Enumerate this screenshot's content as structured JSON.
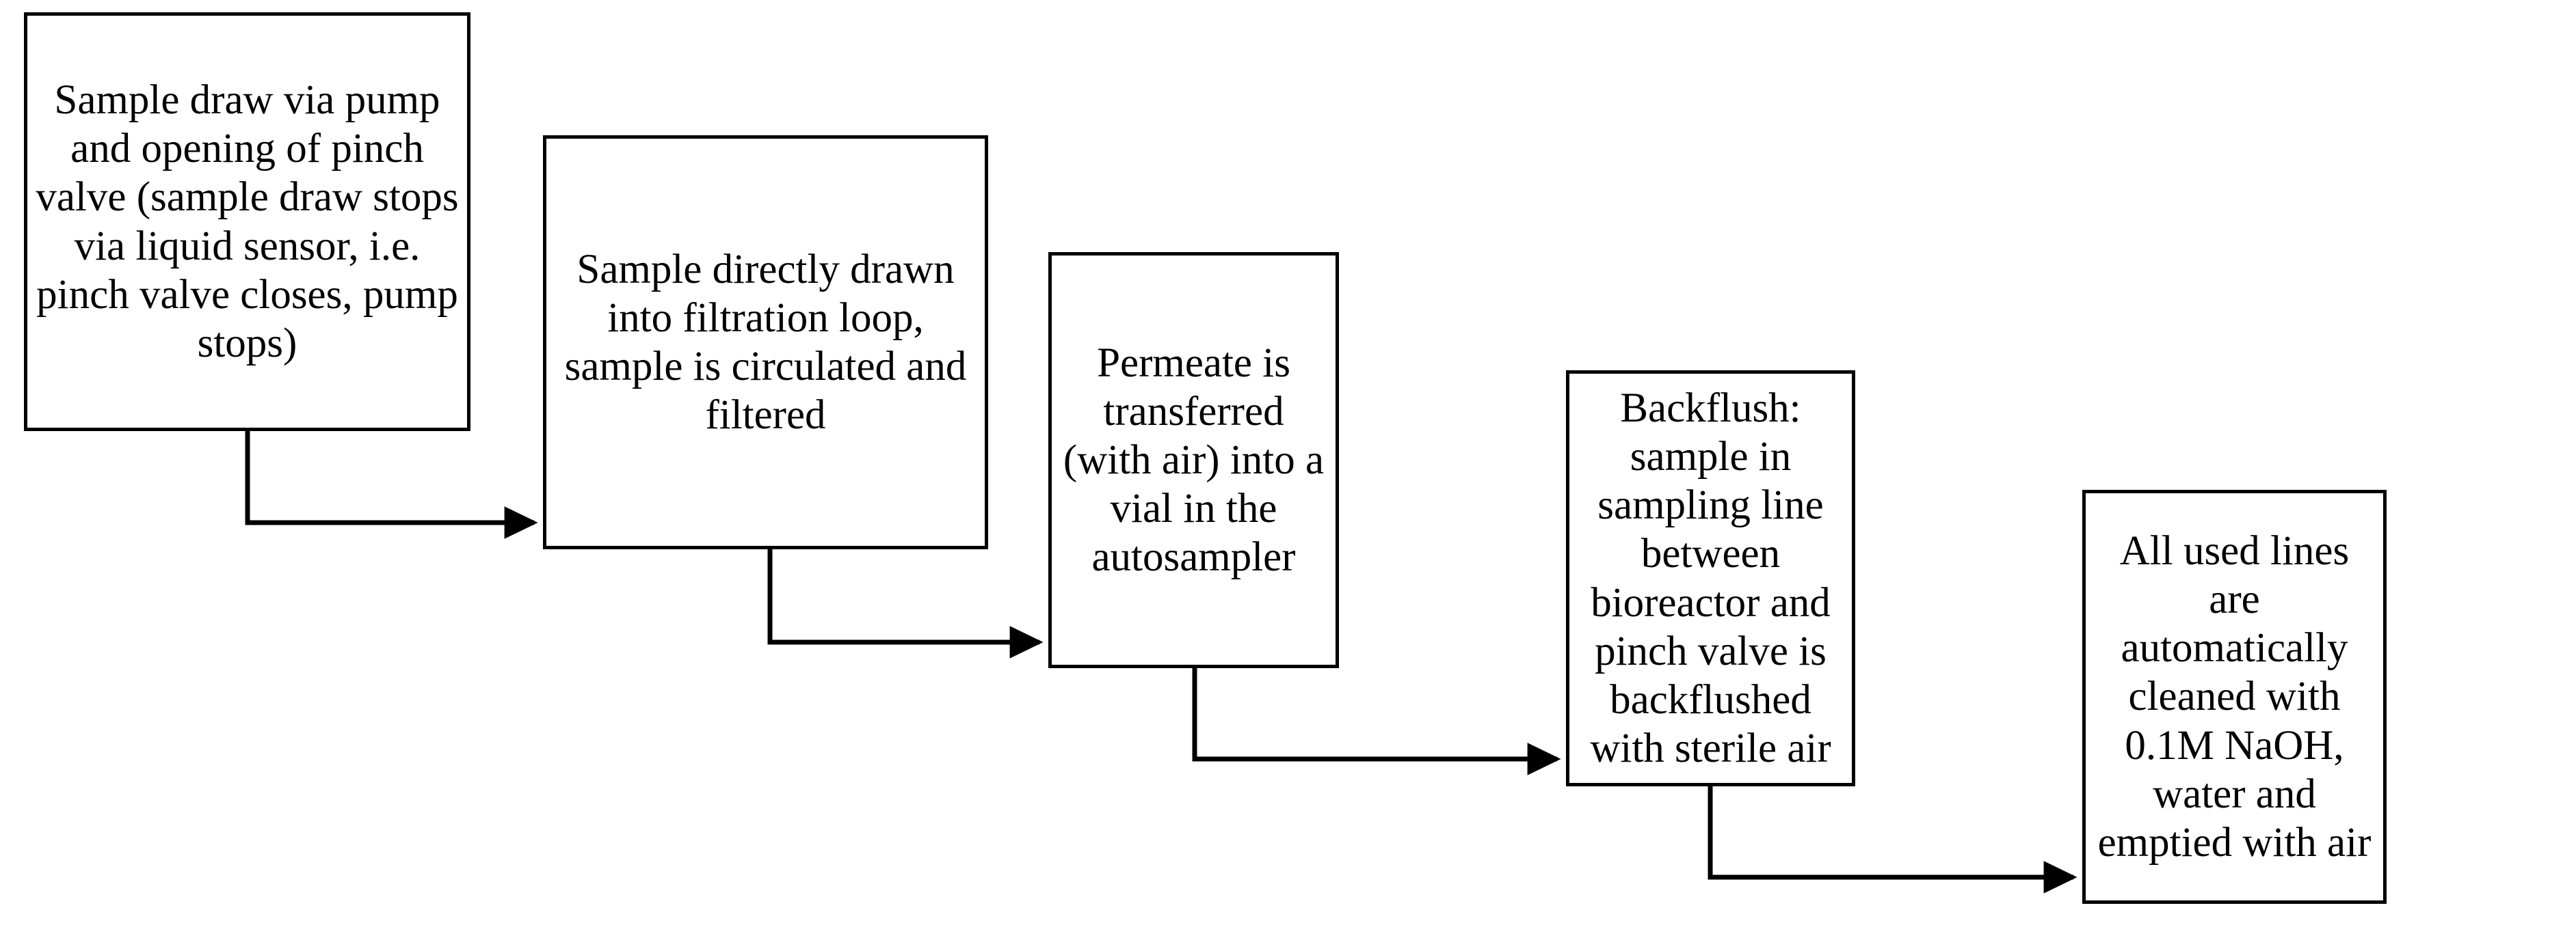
{
  "diagram": {
    "title": "Automated bioreactor sampling sequence flowchart",
    "type": "flowchart",
    "orientation": "left-to-right descending staircase",
    "background_color": "#ffffff",
    "box_border_color": "#000000",
    "text_color": "#000000",
    "connector_color": "#000000",
    "nodes": [
      {
        "id": "step-1",
        "label": "Sample draw via pump and opening of pinch valve (sample draw stops via liquid sensor, i.e. pinch valve closes, pump stops)"
      },
      {
        "id": "step-2",
        "label": "Sample directly drawn into filtration loop, sample is circulated and filtered"
      },
      {
        "id": "step-3",
        "label": "Permeate is transferred (with air) into a vial in the autosampler"
      },
      {
        "id": "step-4",
        "label": "Backflush: sample in sampling line between bioreactor and pinch valve is backflushed with sterile air"
      },
      {
        "id": "step-5",
        "label": "All used lines are automatically cleaned with 0.1M NaOH, water and emptied with air"
      }
    ],
    "edges": [
      {
        "id": "edge-1-2",
        "from": "step-1",
        "to": "step-2",
        "style": "elbow-down-right-arrow"
      },
      {
        "id": "edge-2-3",
        "from": "step-2",
        "to": "step-3",
        "style": "elbow-down-right-arrow"
      },
      {
        "id": "edge-3-4",
        "from": "step-3",
        "to": "step-4",
        "style": "elbow-down-right-arrow"
      },
      {
        "id": "edge-4-5",
        "from": "step-4",
        "to": "step-5",
        "style": "elbow-down-right-arrow"
      }
    ]
  }
}
